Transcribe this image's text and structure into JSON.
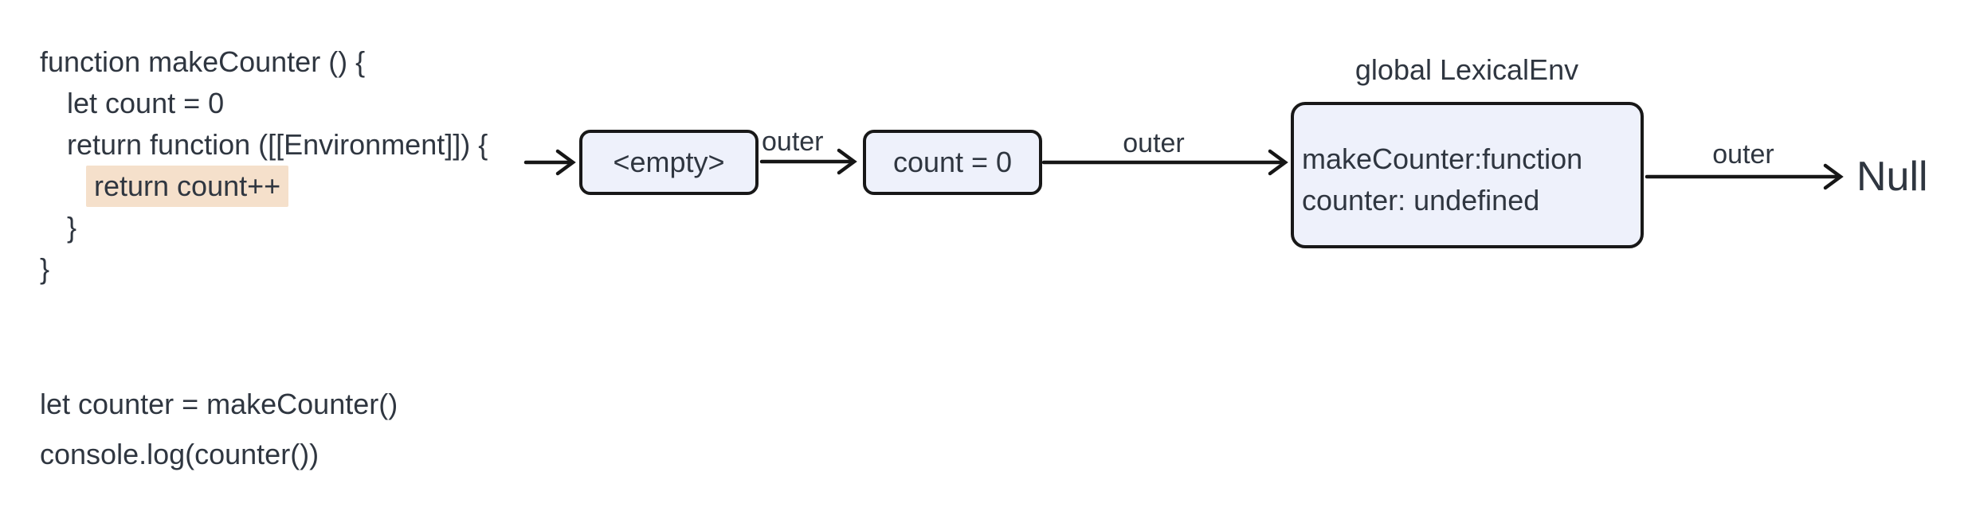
{
  "colors": {
    "text": "#2f3640",
    "box_fill": "#eef1fb",
    "box_border": "#181818",
    "highlight": "#f5e0cb",
    "arrow": "#161616",
    "background": "#ffffff"
  },
  "code_top": {
    "line1": "function makeCounter () {",
    "line2": "let count = 0",
    "line3": "return function ([[Environment]]) {",
    "line4_highlighted": "return count++",
    "line5": "}",
    "line6": "}"
  },
  "diagram": {
    "env_record_empty": {
      "label": "<empty>"
    },
    "env_record_count": {
      "label": "count = 0"
    },
    "global_env": {
      "title": "global LexicalEnv",
      "entries": [
        "makeCounter:function",
        "counter: undefined"
      ]
    },
    "outer_label_1": "outer",
    "outer_label_2": "outer",
    "outer_label_3": "outer",
    "null_label": "Null"
  },
  "code_bottom": {
    "line1": "let counter = makeCounter()",
    "line2": "console.log(counter())"
  }
}
